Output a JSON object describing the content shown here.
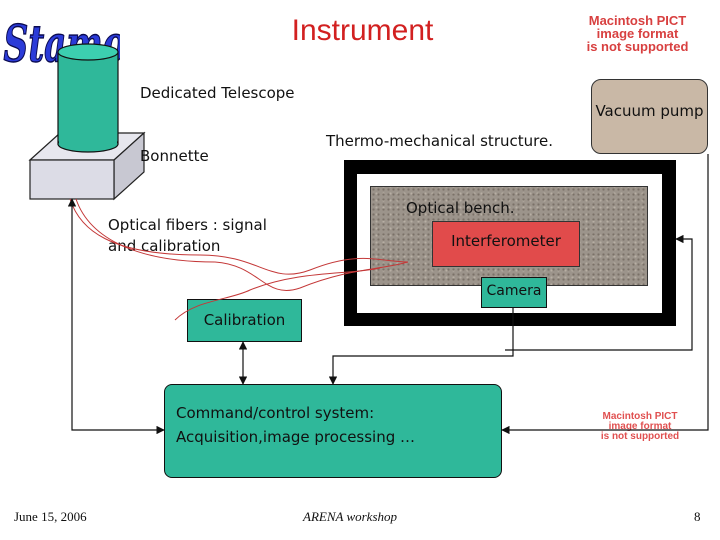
{
  "slide": {
    "title": "Instrument",
    "logo_text": "Stamois",
    "pict_notice_top": [
      "Macintosh PICT",
      "image format",
      "is not supported"
    ],
    "pict_notice_right": [
      "Macintosh PICT",
      "image format",
      "is not supported"
    ]
  },
  "diagram": {
    "labels": {
      "dedicated_telescope": "Dedicated Telescope",
      "bonnette": "Bonnette",
      "optical_fibers_line1": "Optical fibers : signal",
      "optical_fibers_line2": "and calibration",
      "vacuum_pump": "Vacuum pump",
      "thermo_mechanical": "Thermo-mechanical structure.",
      "optical_bench": "Optical bench.",
      "interferometer": "Interferometer",
      "camera": "Camera",
      "calibration": "Calibration",
      "command_line1": "Command/control system:",
      "command_line2": "Acquisition,image processing …"
    },
    "colors": {
      "title": "#d22020",
      "module_fill": "#2fb89a",
      "interferometer_fill": "#e14b4b",
      "telescope_fill": "#2fb89a",
      "vacuum_fill": "#c9b8a6"
    }
  },
  "footer": {
    "date": "June 15, 2006",
    "workshop": "ARENA workshop",
    "page": "8"
  }
}
